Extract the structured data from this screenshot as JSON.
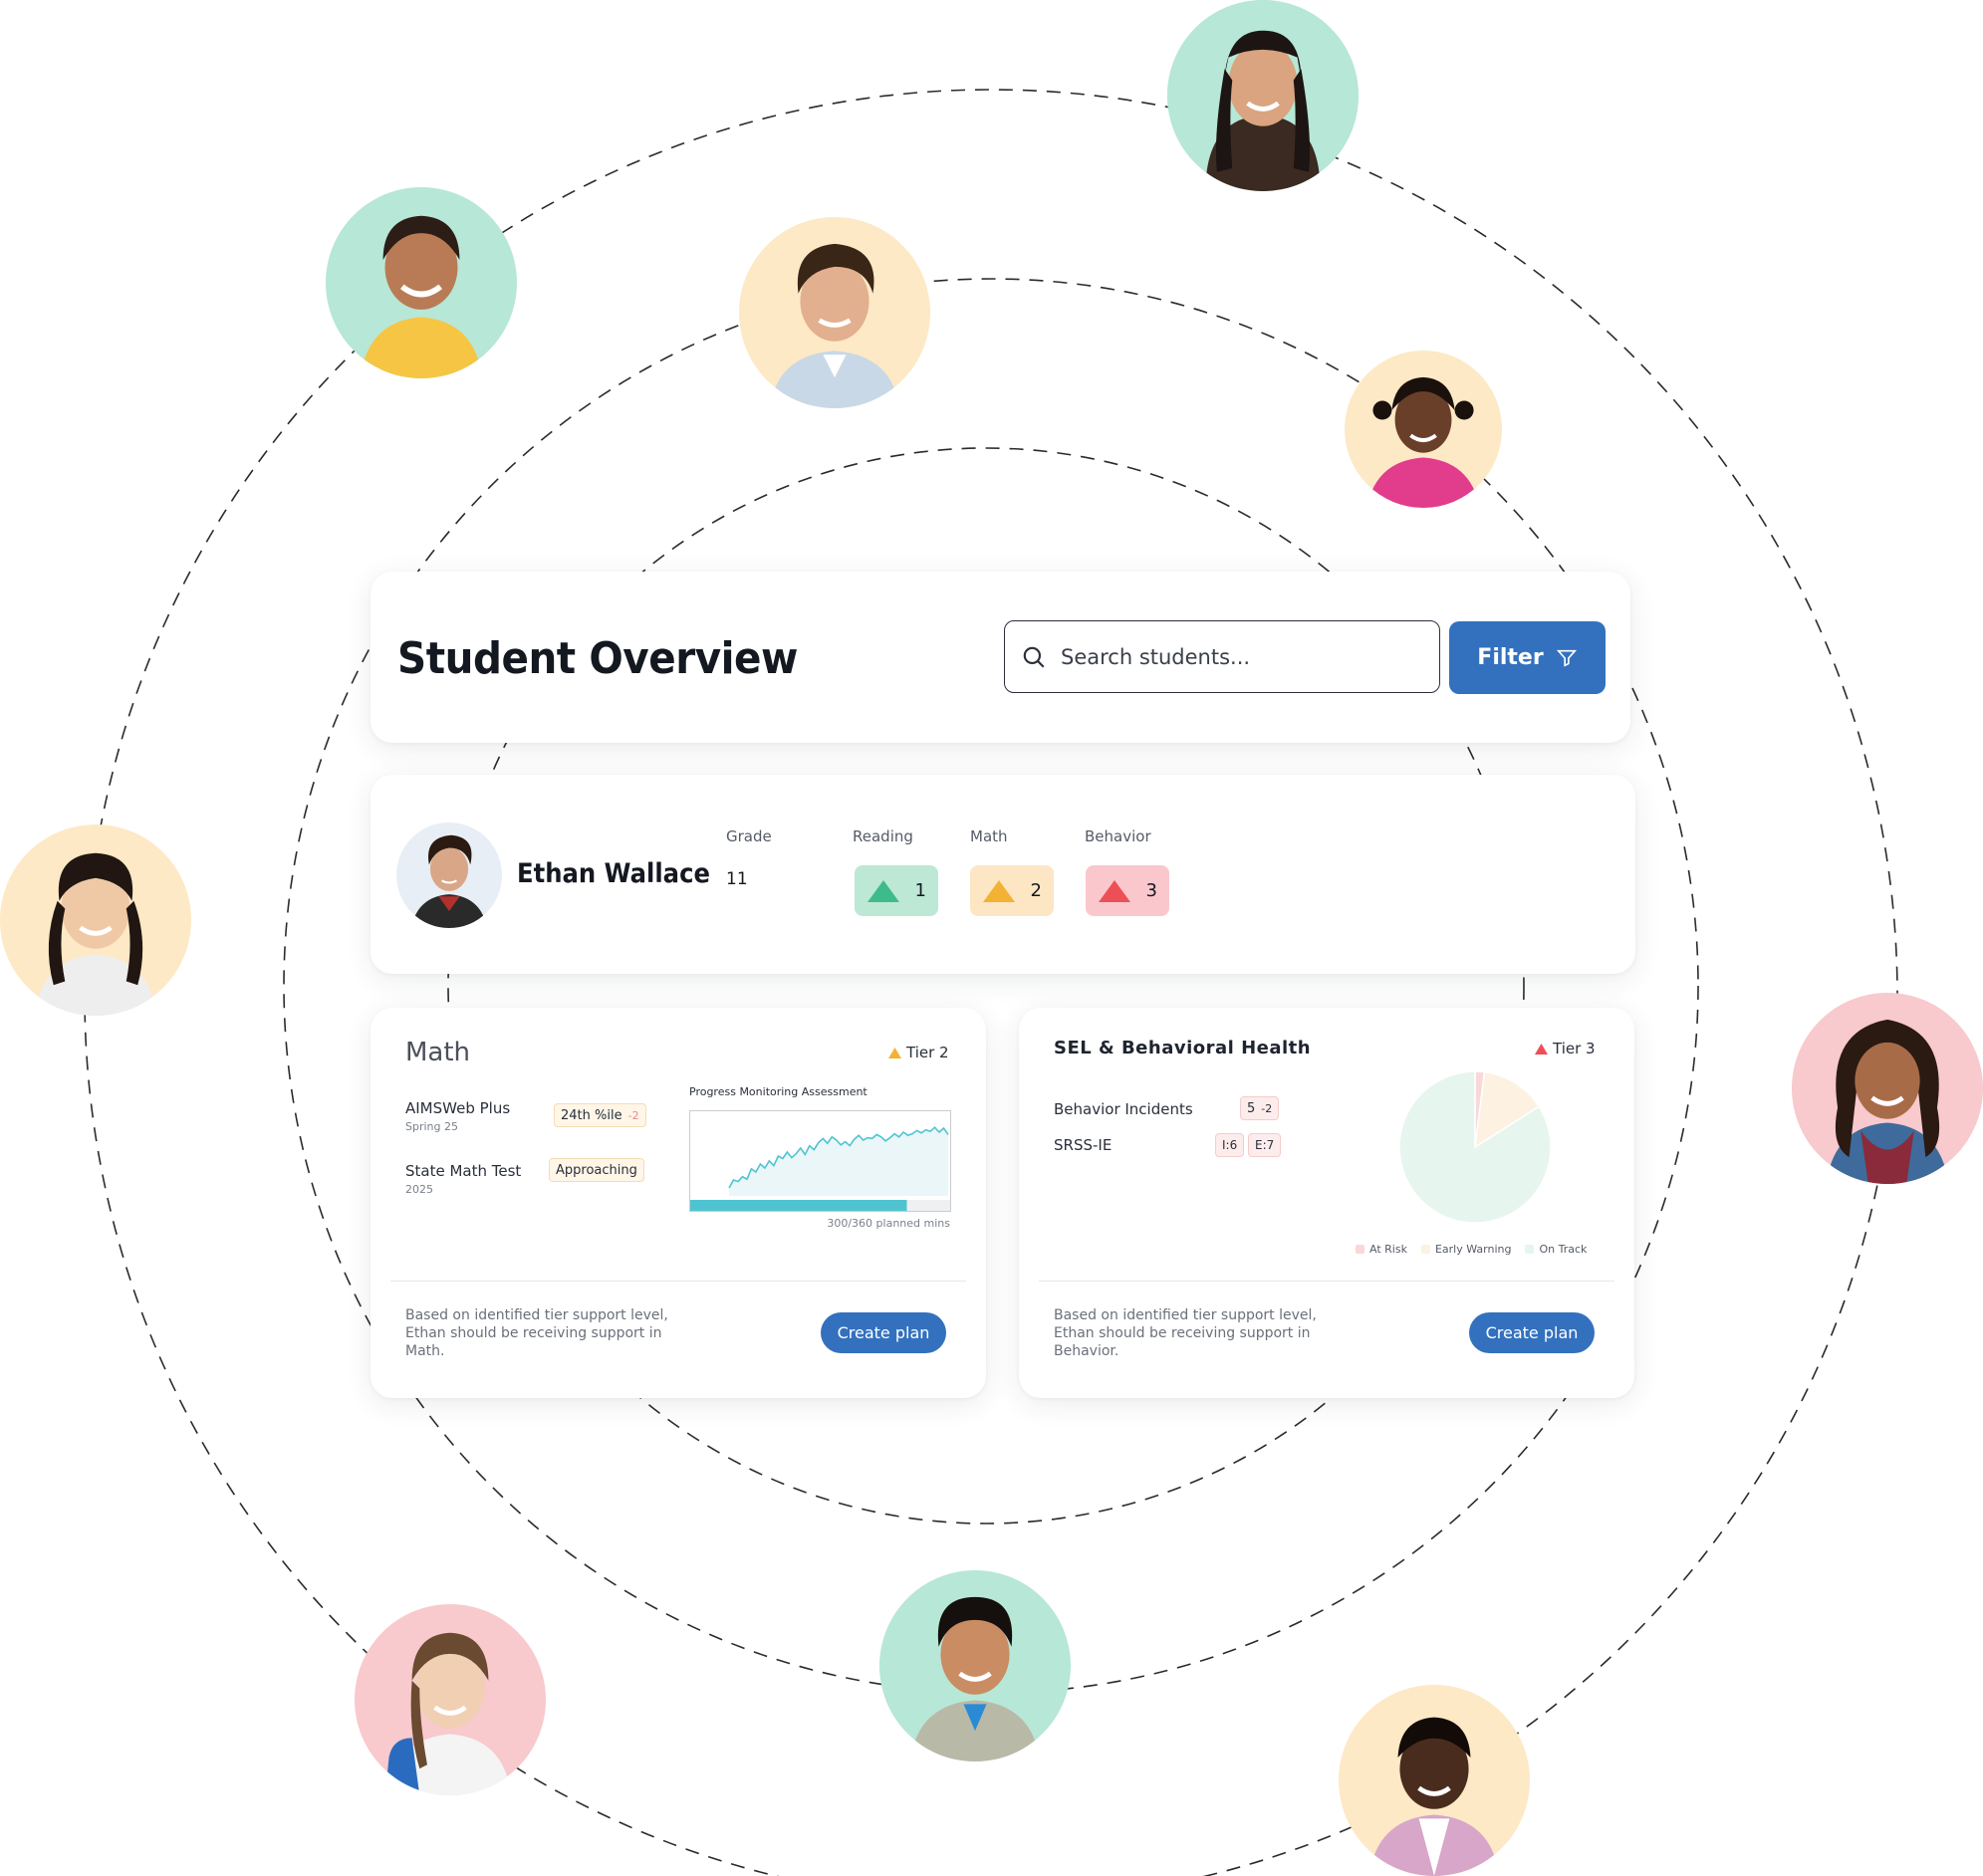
{
  "colors": {
    "accent": "#3371bf",
    "mint": "#b7e7d6",
    "peach": "#fde9c6",
    "pink": "#f8c9cd",
    "tier1": "#3dbb8b",
    "tier2": "#f2b233",
    "tier3": "#ec5056"
  },
  "header": {
    "title": "Student Overview",
    "search_placeholder": "Search students...",
    "filter_label": "Filter"
  },
  "student": {
    "name": "Ethan Wallace",
    "labels": {
      "grade": "Grade",
      "reading": "Reading",
      "math": "Math",
      "behavior": "Behavior"
    },
    "grade": "11",
    "reading_tier": "1",
    "math_tier": "2",
    "behavior_tier": "3"
  },
  "math_card": {
    "title": "Math",
    "tier": "Tier 2",
    "metrics": [
      {
        "name": "AIMSWeb Plus",
        "sub": "Spring 25",
        "value": "24th %ile",
        "delta": "-2"
      },
      {
        "name": "State Math Test",
        "sub": "2025",
        "value": "Approaching"
      }
    ],
    "chart_title": "Progress Monitoring Assessment",
    "progress": {
      "done": 300,
      "planned": 360,
      "caption": "300/360 planned mins"
    },
    "footnote": "Based on identified tier support level, Ethan should be receiving support in Math.",
    "button": "Create plan"
  },
  "sel_card": {
    "title": "SEL & Behavioral Health",
    "tier": "Tier 3",
    "incidents_label": "Behavior Incidents",
    "incidents_value": "5",
    "incidents_delta": "-2",
    "srss_label": "SRSS-IE",
    "srss_values": [
      "I:6",
      "E:7"
    ],
    "legend": [
      "At Risk",
      "Early Warning",
      "On Track"
    ],
    "footnote": "Based on identified tier support level, Ethan should be receiving support in Behavior.",
    "button": "Create plan"
  },
  "chart_data": [
    {
      "type": "line",
      "title": "Progress Monitoring Assessment",
      "x": [
        1,
        2,
        3,
        4,
        5,
        6,
        7,
        8,
        9,
        10,
        11,
        12,
        13,
        14,
        15,
        16,
        17,
        18,
        19,
        20,
        21,
        22,
        23,
        24,
        25,
        26,
        27,
        28,
        29,
        30,
        31,
        32,
        33,
        34,
        35,
        36,
        37,
        38,
        39,
        40,
        41,
        42,
        43,
        44,
        45,
        46,
        47,
        48,
        49,
        50
      ],
      "series": [
        {
          "values": [
            10,
            20,
            18,
            24,
            21,
            34,
            30,
            40,
            35,
            44,
            38,
            50,
            47,
            55,
            48,
            53,
            60,
            52,
            63,
            58,
            67,
            72,
            66,
            74,
            70,
            64,
            68,
            63,
            71,
            76,
            70,
            73,
            72,
            77,
            74,
            69,
            73,
            78,
            74,
            80,
            76,
            78,
            82,
            79,
            83,
            81,
            86,
            80,
            85,
            77
          ]
        }
      ],
      "ylim": [
        0,
        100
      ],
      "grid": false
    },
    {
      "type": "pie",
      "categories": [
        "At Risk",
        "Early Warning",
        "On Track"
      ],
      "values": [
        2,
        14,
        84
      ],
      "colors": [
        "#f9d8da",
        "#fdf1e1",
        "#e6f6ee"
      ]
    }
  ]
}
